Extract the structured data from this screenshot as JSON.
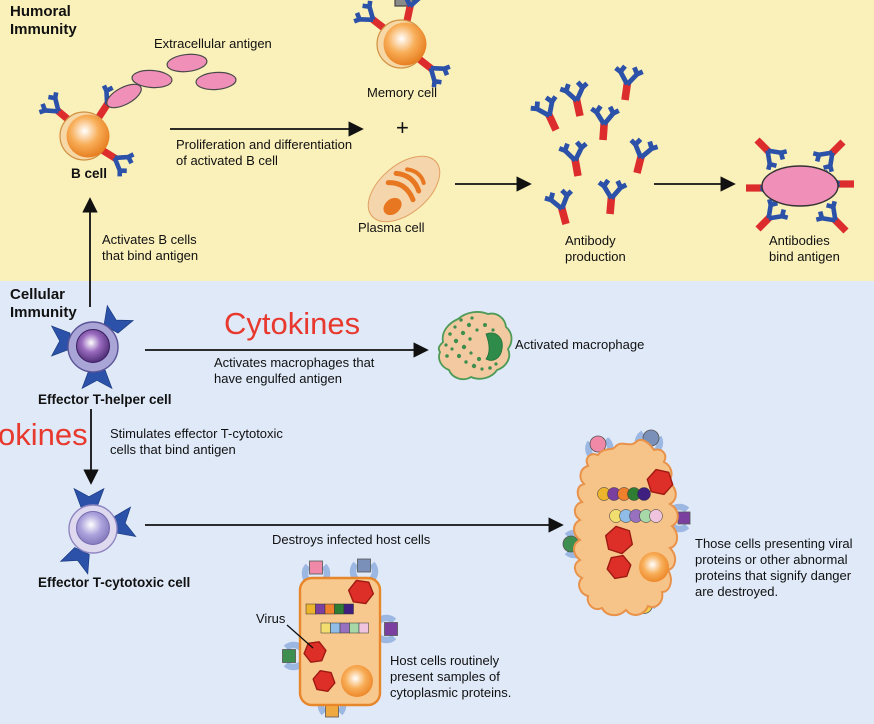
{
  "colors": {
    "background_top": "#FAF0BA",
    "background_bottom": "#DFE9F8",
    "red_text": "#E8392E",
    "antibody_blue": "#2B51A8",
    "antibody_red": "#DD2C2C",
    "antigen_pink": "#F090B8",
    "cell_orange": "#EE7D23",
    "host_cell_fill": "#F8C98E",
    "macrophage_green": "#3E8E4E"
  },
  "humoral": {
    "title": "Humoral\nImmunity",
    "labels": {
      "extracellular_antigen": "Extracellular antigen",
      "b_cell": "B cell",
      "proliferation": "Proliferation and differentiation\nof activated B cell",
      "memory_cell": "Memory cell",
      "plus": "+",
      "plasma_cell": "Plasma cell",
      "antibody_production": "Antibody\nproduction",
      "antibodies_bind_antigen": "Antibodies\nbind antigen",
      "activates_b_cells": "Activates B cells\nthat bind antigen"
    }
  },
  "cellular": {
    "title": "Cellular\nImmunity",
    "labels": {
      "cytokines": "Cytokines",
      "cytokines_cropped": "okines",
      "activates_macrophages": "Activates macrophages that\nhave engulfed antigen",
      "activated_macrophage": "Activated macrophage",
      "effector_t_helper": "Effector T-helper cell",
      "stimulates": "Stimulates effector T-cytotoxic\ncells that bind antigen",
      "effector_t_cytotoxic": "Effector T-cytotoxic cell",
      "destroys": "Destroys infected host cells",
      "virus": "Virus",
      "host_cells_note": "Host cells routinely\npresent samples of\ncytoplasmic proteins.",
      "destroyed_note": "Those cells presenting viral\nproteins or other abnormal\nproteins that signify danger\nare destroyed."
    }
  }
}
